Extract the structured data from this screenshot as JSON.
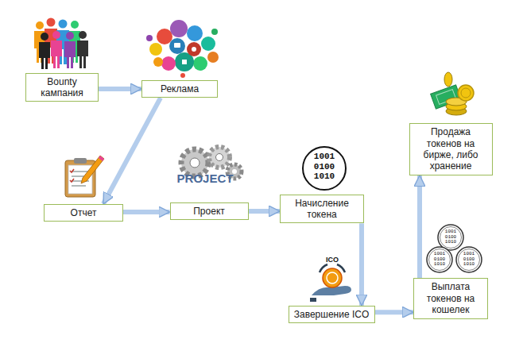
{
  "diagram": {
    "nodes": [
      {
        "text": [
          "Bounty кампания"
        ]
      },
      {
        "text": [
          "Реклама"
        ]
      },
      {
        "text": [
          "Отчет"
        ]
      },
      {
        "text": [
          "Проект"
        ]
      },
      {
        "text": [
          "Начисление токена"
        ]
      },
      {
        "text": [
          "Завершение ICO"
        ]
      },
      {
        "text": [
          "Выплата токенов на кошелек"
        ]
      },
      {
        "text": [
          "Продажа токенов на бирже, либо хранение"
        ]
      }
    ],
    "edges": [
      {
        "from": 0,
        "to": 1,
        "arrow": "to"
      },
      {
        "from": 1,
        "to": 2,
        "arrow": "to"
      },
      {
        "from": 2,
        "to": 3,
        "arrow": "to"
      },
      {
        "from": 3,
        "to": 4,
        "arrow": "to"
      },
      {
        "from": 4,
        "to": 5,
        "arrow": "to"
      },
      {
        "from": 5,
        "to": 6,
        "arrow": "to"
      },
      {
        "from": 6,
        "to": 7,
        "arrow": "to"
      }
    ],
    "labels": [
      "PROJECT",
      "1001 0100 1010",
      "ICO",
      "1001 0100 1010",
      "1001 0100 1010",
      "1001 0100 1010"
    ]
  }
}
